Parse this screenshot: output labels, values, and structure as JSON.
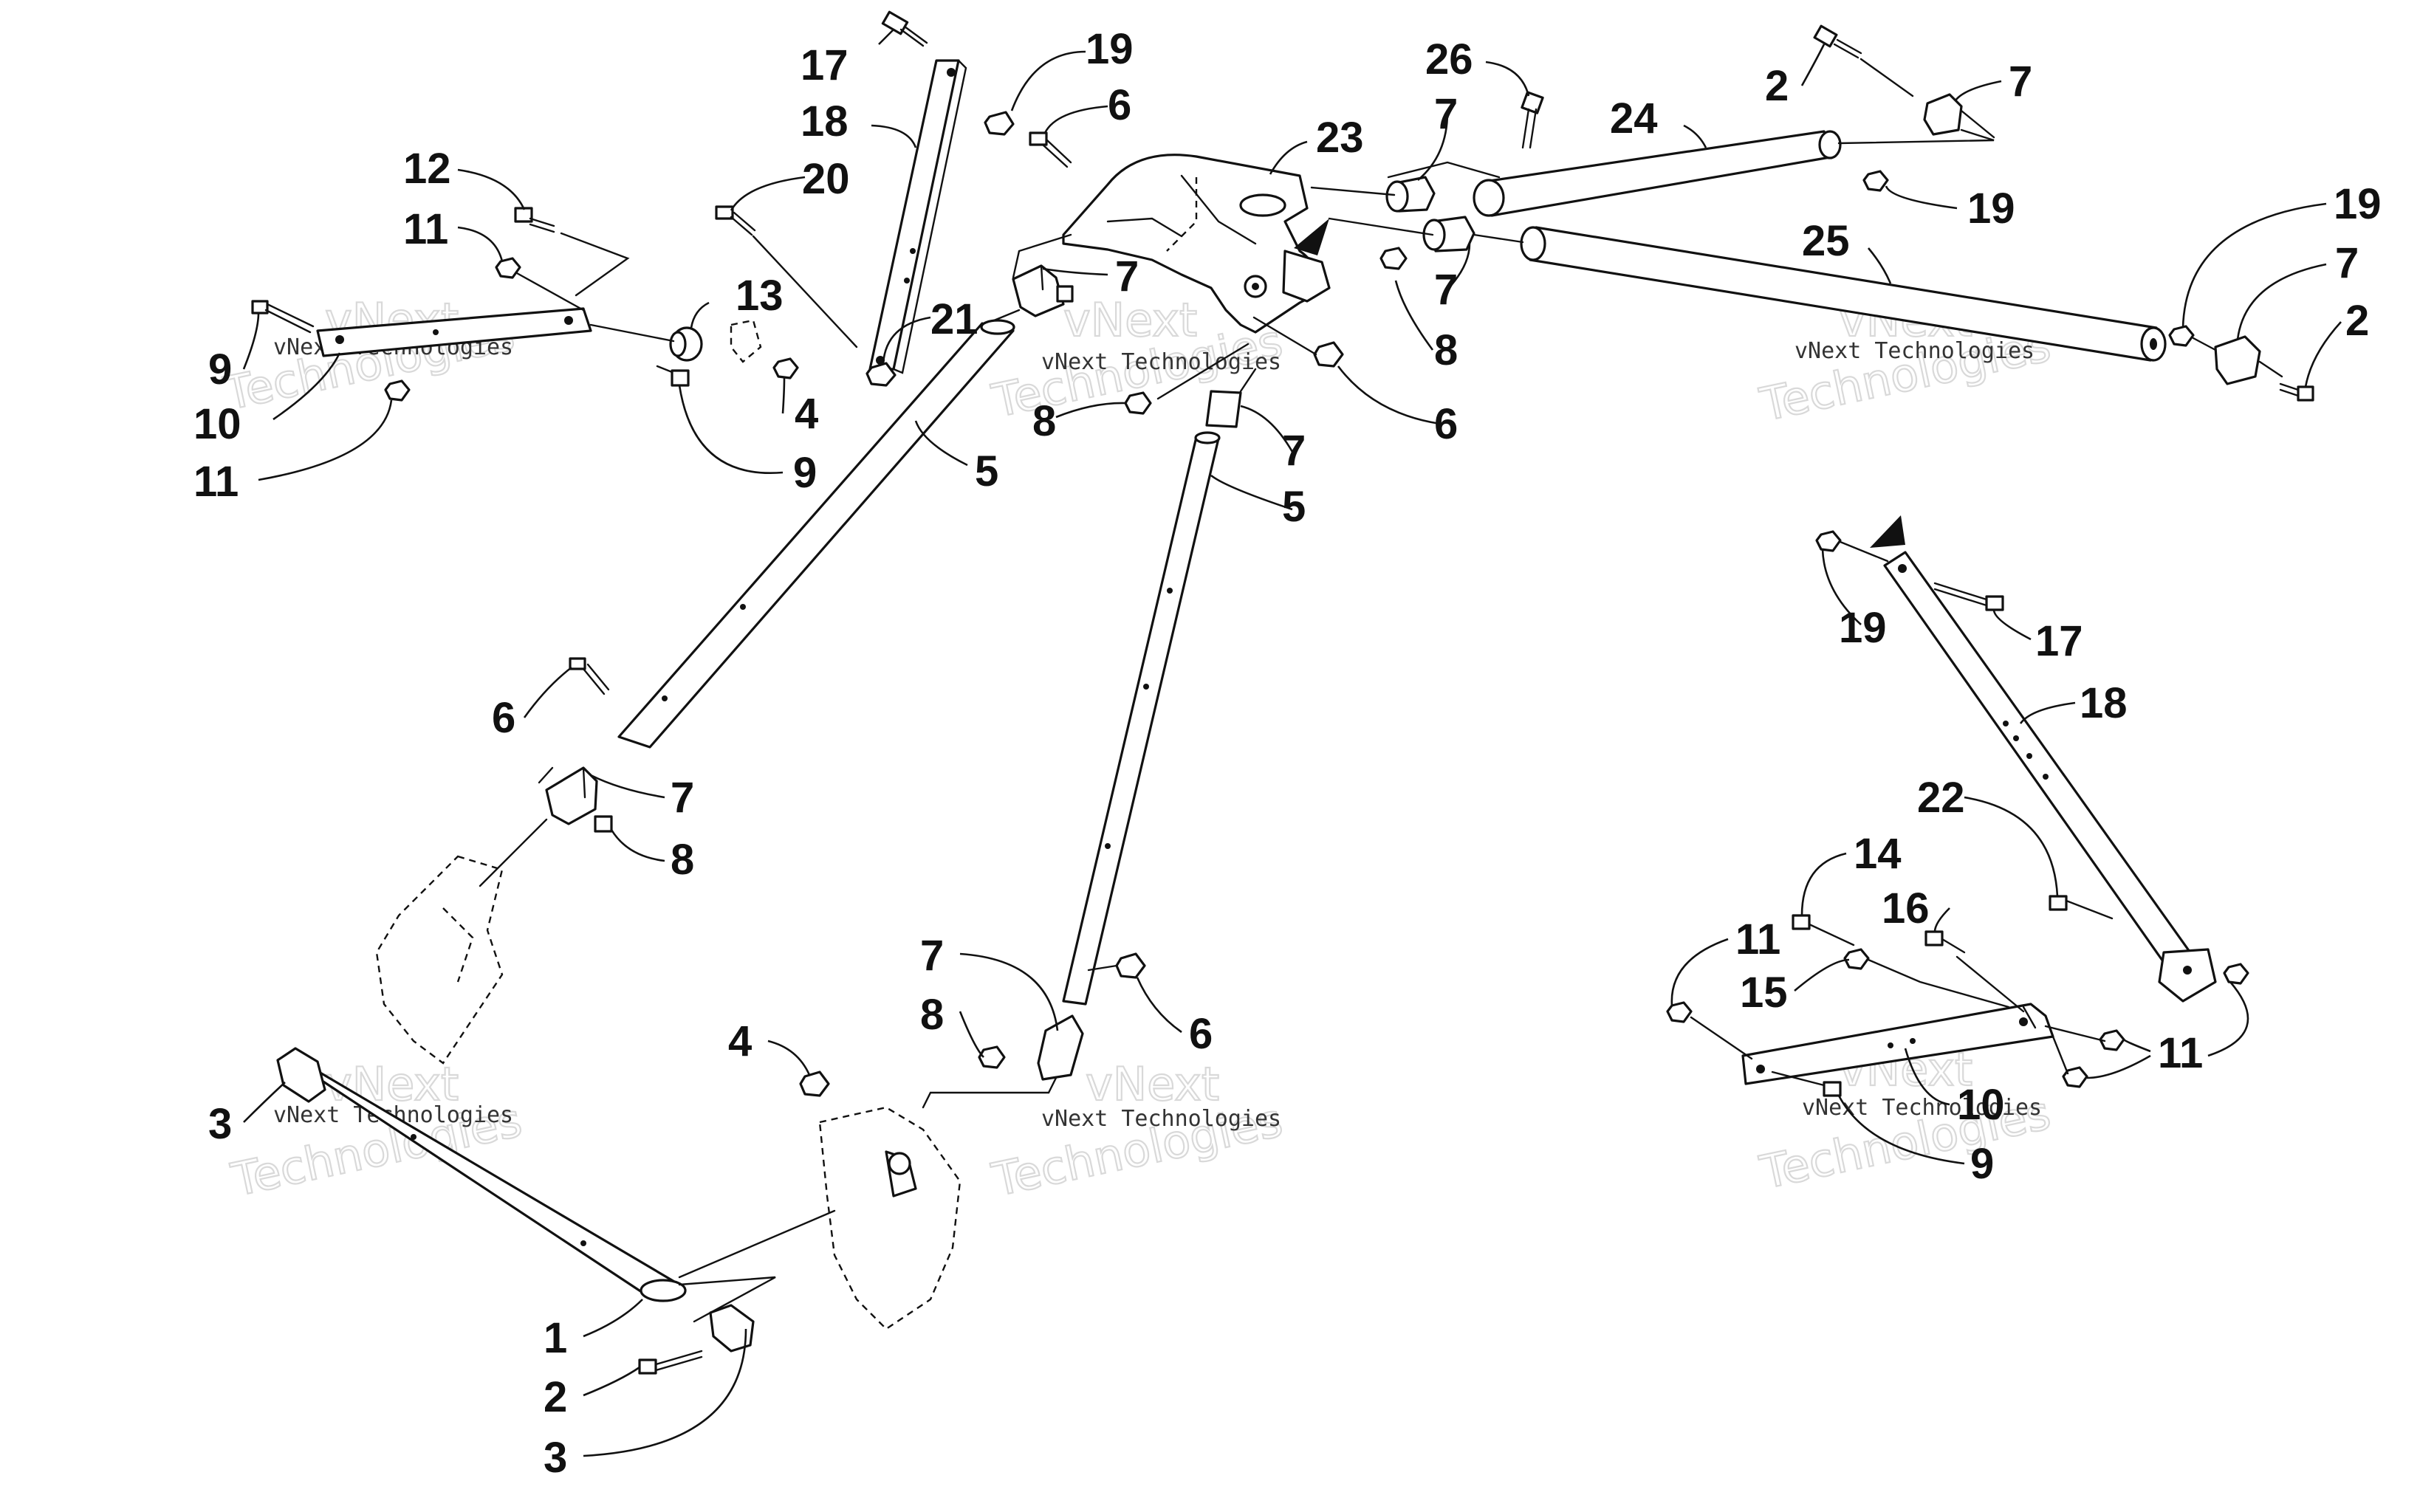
{
  "diagram": {
    "watermark": {
      "brand": "vNext",
      "word": "Technologies",
      "caption": "vNext Technologies"
    },
    "callouts": [
      {
        "id": "c17a",
        "label": "17"
      },
      {
        "id": "c19a",
        "label": "19"
      },
      {
        "id": "c18a",
        "label": "18"
      },
      {
        "id": "c6a",
        "label": "6"
      },
      {
        "id": "c20",
        "label": "20"
      },
      {
        "id": "c12",
        "label": "12"
      },
      {
        "id": "c11a",
        "label": "11"
      },
      {
        "id": "c9a",
        "label": "9"
      },
      {
        "id": "c10a",
        "label": "10"
      },
      {
        "id": "c11b",
        "label": "11"
      },
      {
        "id": "c13",
        "label": "13"
      },
      {
        "id": "c4a",
        "label": "4"
      },
      {
        "id": "c9b",
        "label": "9"
      },
      {
        "id": "c21",
        "label": "21"
      },
      {
        "id": "c7a",
        "label": "7"
      },
      {
        "id": "c5a",
        "label": "5"
      },
      {
        "id": "c8a",
        "label": "8"
      },
      {
        "id": "c23",
        "label": "23"
      },
      {
        "id": "c26",
        "label": "26"
      },
      {
        "id": "c7b",
        "label": "7"
      },
      {
        "id": "c24",
        "label": "24"
      },
      {
        "id": "c2a",
        "label": "2"
      },
      {
        "id": "c7c",
        "label": "7"
      },
      {
        "id": "c19b",
        "label": "19"
      },
      {
        "id": "c25",
        "label": "25"
      },
      {
        "id": "c19c",
        "label": "19"
      },
      {
        "id": "c7d",
        "label": "7"
      },
      {
        "id": "c2b",
        "label": "2"
      },
      {
        "id": "c7e",
        "label": "7"
      },
      {
        "id": "c8b",
        "label": "8"
      },
      {
        "id": "c6b",
        "label": "6"
      },
      {
        "id": "c7f",
        "label": "7"
      },
      {
        "id": "c5b",
        "label": "5"
      },
      {
        "id": "c6c",
        "label": "6"
      },
      {
        "id": "c7g",
        "label": "7"
      },
      {
        "id": "c8c",
        "label": "8"
      },
      {
        "id": "c7h",
        "label": "7"
      },
      {
        "id": "c8d",
        "label": "8"
      },
      {
        "id": "c6d",
        "label": "6"
      },
      {
        "id": "c4b",
        "label": "4"
      },
      {
        "id": "c3a",
        "label": "3"
      },
      {
        "id": "c1",
        "label": "1"
      },
      {
        "id": "c2c",
        "label": "2"
      },
      {
        "id": "c3b",
        "label": "3"
      },
      {
        "id": "c19d",
        "label": "19"
      },
      {
        "id": "c17b",
        "label": "17"
      },
      {
        "id": "c18b",
        "label": "18"
      },
      {
        "id": "c22",
        "label": "22"
      },
      {
        "id": "c14",
        "label": "14"
      },
      {
        "id": "c16",
        "label": "16"
      },
      {
        "id": "c11c",
        "label": "11"
      },
      {
        "id": "c15",
        "label": "15"
      },
      {
        "id": "c11d",
        "label": "11"
      },
      {
        "id": "c10b",
        "label": "10"
      },
      {
        "id": "c9c",
        "label": "9"
      }
    ]
  }
}
